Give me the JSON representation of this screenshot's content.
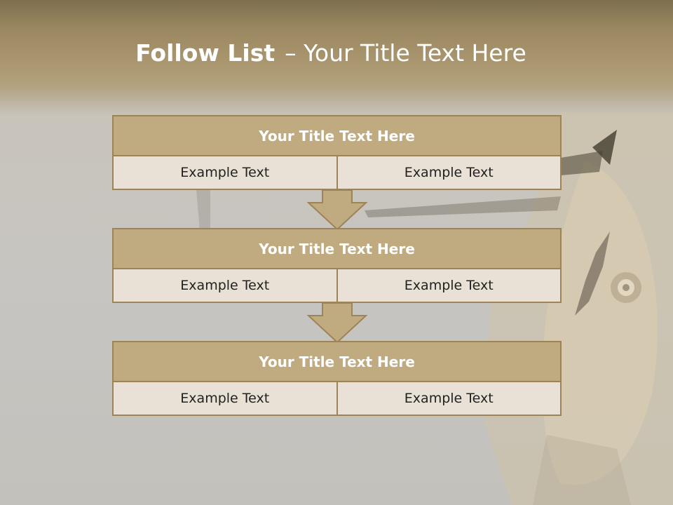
{
  "title": {
    "bold": "Follow List",
    "rest": "– Your Title Text Here"
  },
  "blocks": [
    {
      "title": "Your Title Text Here",
      "items": [
        "Example Text",
        "Example Text"
      ]
    },
    {
      "title": "Your Title Text Here",
      "items": [
        "Example Text",
        "Example Text"
      ]
    },
    {
      "title": "Your Title Text Here",
      "items": [
        "Example Text",
        "Example Text"
      ]
    }
  ],
  "colors": {
    "header_fill": "#c0aa80",
    "cell_fill": "#e9e1d5",
    "border": "#9c8456",
    "arrow_fill": "#c0aa80"
  }
}
